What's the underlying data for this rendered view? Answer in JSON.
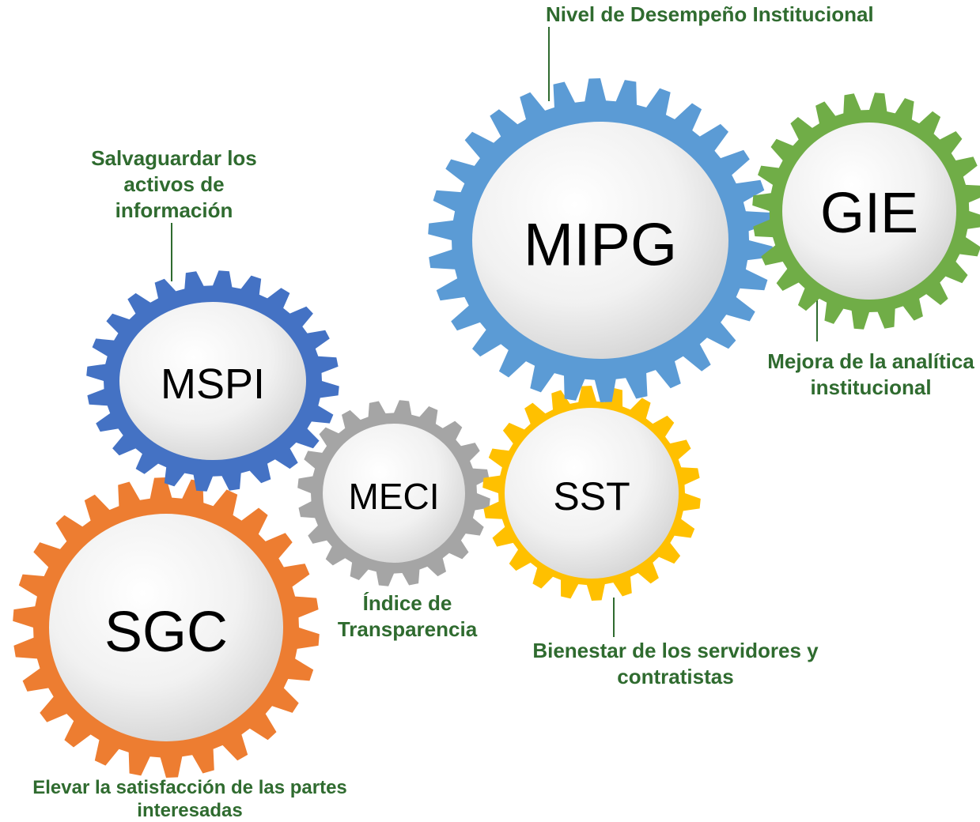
{
  "colors": {
    "caption_text": "#2f6b2f",
    "connector_line": "#2f6b2f",
    "gear_label": "#000000",
    "hub_light": "#ffffff",
    "hub_dark": "#cfcfcf"
  },
  "gears": [
    {
      "id": "mipg",
      "label": "MIPG",
      "color": "#5b9bd5"
    },
    {
      "id": "gie",
      "label": "GIE",
      "color": "#70ad47"
    },
    {
      "id": "mspi",
      "label": "MSPI",
      "color": "#4472c4"
    },
    {
      "id": "meci",
      "label": "MECI",
      "color": "#a5a5a5"
    },
    {
      "id": "sst",
      "label": "SST",
      "color": "#ffc000"
    },
    {
      "id": "sgc",
      "label": "SGC",
      "color": "#ed7d31"
    }
  ],
  "captions": {
    "mipg": "Nivel de Desempeño Institucional",
    "mspi": "Salvaguardar los\nactivos de\ninformación",
    "gie": "Mejora de la analítica\ninstitucional",
    "meci": "Índice de\nTransparencia",
    "sst": "Bienestar de los servidores y\ncontratistas",
    "sgc": "Elevar la satisfacción de las partes\ninteresadas"
  }
}
